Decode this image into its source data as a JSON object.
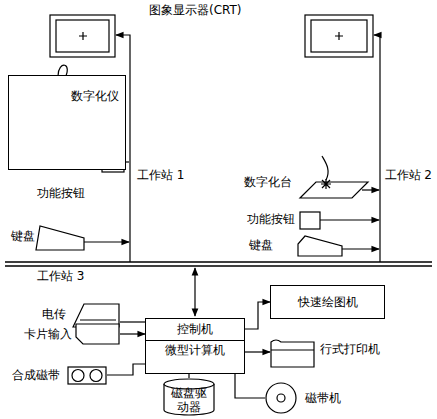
{
  "diagram": {
    "nodes": [
      {
        "text": [
          "微型计算机"
        ]
      },
      {
        "text": [
          "控制机"
        ],
        "in": 0
      },
      {
        "text": [
          "磁盘驱 动器"
        ]
      },
      {
        "text": [
          "快速绘图机"
        ]
      },
      {
        "text": [
          "电传"
        ]
      },
      {
        "text": [
          "卡片输入"
        ]
      },
      {
        "text": [
          "合成磁带"
        ]
      },
      {
        "text": [
          "行式打印机"
        ]
      },
      {
        "text": [
          "磁带机"
        ]
      },
      {
        "text": [
          "数字化仪"
        ]
      }
    ],
    "edges": [
      {
        "from": 4,
        "to": 0,
        "arrow": "none"
      },
      {
        "from": 5,
        "to": 0,
        "arrow": "to"
      },
      {
        "from": 6,
        "to": 0,
        "arrow": "none"
      },
      {
        "from": 0,
        "to": 7,
        "arrow": "to"
      },
      {
        "from": 0,
        "to": 8,
        "arrow": "none"
      },
      {
        "from": 1,
        "to": 3,
        "arrow": "to"
      },
      {
        "from": 2,
        "to": 0,
        "arrow": "none"
      }
    ],
    "labels": [
      "图象显示器(CRT)",
      "功能按钮",
      "键盘",
      "工作站 1",
      "数字化台",
      "功能按钮",
      "键盘",
      "工作站 2",
      "工作站 3"
    ]
  }
}
